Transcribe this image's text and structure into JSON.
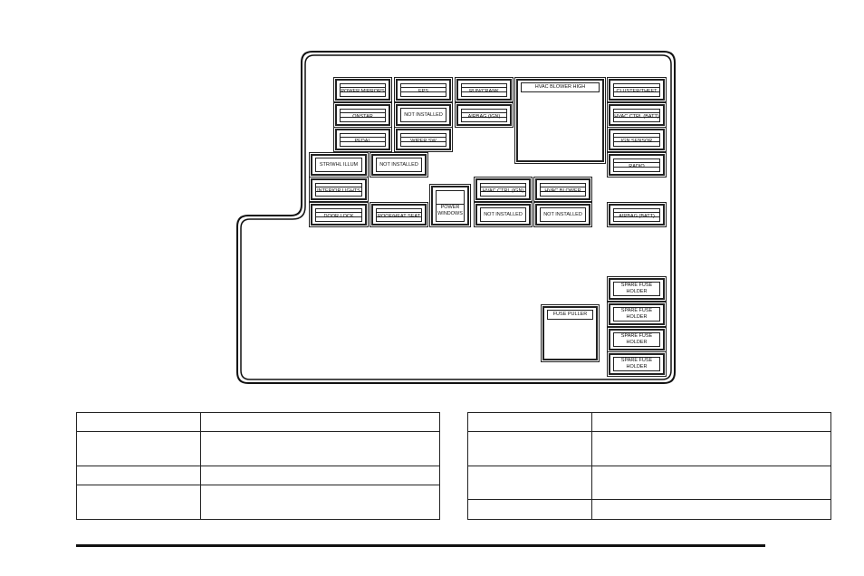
{
  "fuse_block": {
    "fuses": [
      {
        "label": "POWER MIRRORS",
        "type": "fuse"
      },
      {
        "label": "EPS",
        "type": "fuse"
      },
      {
        "label": "RUN/CRANK",
        "type": "fuse"
      },
      {
        "label": "HVAC BLOWER HIGH",
        "type": "big"
      },
      {
        "label": "CLUSTER/THEFT",
        "type": "fuse"
      },
      {
        "label": "ONSTAR",
        "type": "fuse"
      },
      {
        "label": "NOT INSTALLED",
        "type": "single"
      },
      {
        "label": "AIRBAG (IGN)",
        "type": "fuse"
      },
      {
        "label": "HVAC CTRL (BATT)",
        "type": "fuse"
      },
      {
        "label": "PEDAL",
        "type": "fuse"
      },
      {
        "label": "WIPER SW",
        "type": "fuse"
      },
      {
        "label": "IGN SENSOR",
        "type": "fuse"
      },
      {
        "label": "STR/WHL ILLUM",
        "type": "single"
      },
      {
        "label": "NOT INSTALLED",
        "type": "single"
      },
      {
        "label": "RADIO",
        "type": "fuse"
      },
      {
        "label": "INTERIOR LIGHTS",
        "type": "fuse"
      },
      {
        "label": "POWER WINDOWS",
        "type": "relay"
      },
      {
        "label": "HVAC CTRL (IGN)",
        "type": "fuse"
      },
      {
        "label": "HVAC BLOWER",
        "type": "fuse"
      },
      {
        "label": "DOOR LOCK",
        "type": "fuse"
      },
      {
        "label": "ROOF/HEAT SEAT",
        "type": "fuse"
      },
      {
        "label": "NOT INSTALLED",
        "type": "single"
      },
      {
        "label": "NOT INSTALLED",
        "type": "single"
      },
      {
        "label": "AIRBAG (BATT)",
        "type": "fuse"
      },
      {
        "label": "SPARE FUSE HOLDER",
        "type": "single"
      },
      {
        "label": "SPARE FUSE HOLDER",
        "type": "single"
      },
      {
        "label": "SPARE FUSE HOLDER",
        "type": "single"
      },
      {
        "label": "SPARE FUSE HOLDER",
        "type": "single"
      },
      {
        "label": "FUSE PULLER",
        "type": "big"
      }
    ]
  },
  "tables": {
    "left": {
      "rows": [
        [
          "",
          ""
        ],
        [
          "",
          ""
        ],
        [
          "",
          ""
        ],
        [
          "",
          ""
        ]
      ]
    },
    "right": {
      "rows": [
        [
          "",
          ""
        ],
        [
          "",
          ""
        ],
        [
          "",
          ""
        ],
        [
          "",
          ""
        ]
      ]
    }
  }
}
